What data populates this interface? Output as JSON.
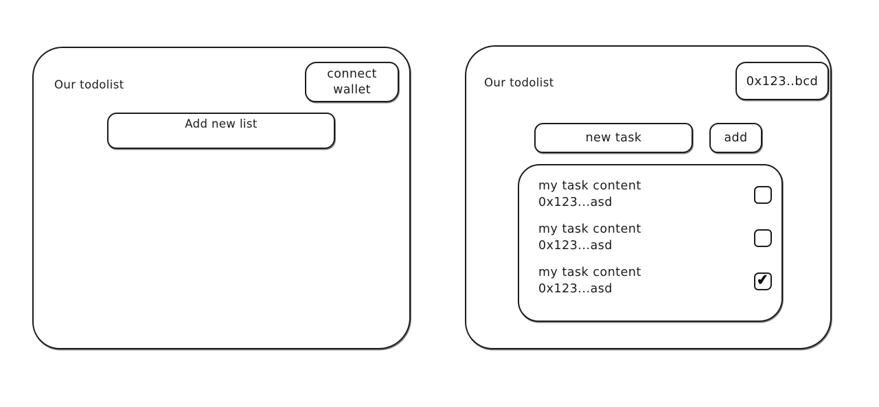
{
  "app": {
    "stroke_color": "#1b1b1b",
    "background_color": "#ffffff"
  },
  "left_panel": {
    "title": "Our todolist",
    "connect_wallet_label": "connect wallet",
    "add_new_list_label": "Add new list"
  },
  "right_panel": {
    "title": "Our todolist",
    "wallet_address": "0x123..bcd",
    "new_task_value": "new task",
    "add_button_label": "add",
    "tasks": [
      {
        "content": "my task content",
        "address": "0x123...asd",
        "checked": false,
        "check_glyph": ""
      },
      {
        "content": "my task content",
        "address": "0x123...asd",
        "checked": false,
        "check_glyph": ""
      },
      {
        "content": "my task content",
        "address": "0x123...asd",
        "checked": true,
        "check_glyph": "✔"
      }
    ]
  }
}
